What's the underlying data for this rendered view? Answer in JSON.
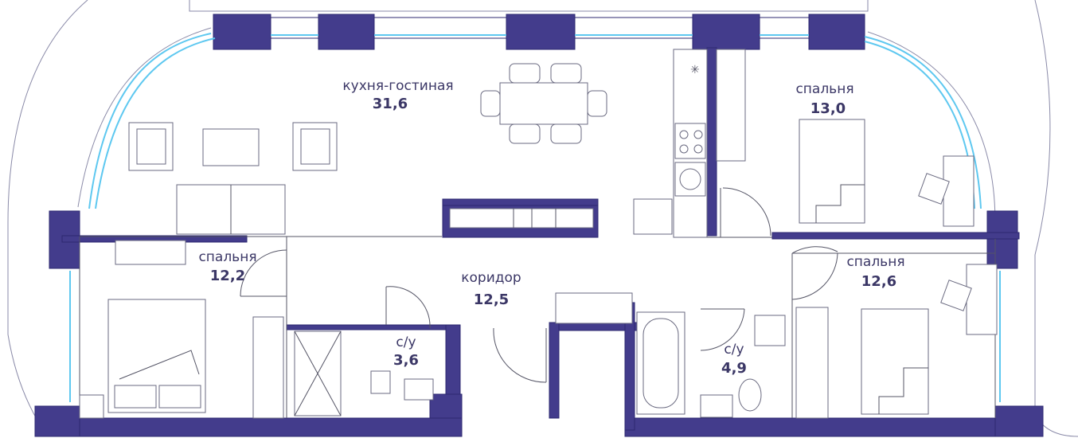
{
  "plan": {
    "rooms": [
      {
        "id": "kitchen-living",
        "name": "кухня-гостиная",
        "area": "31,6"
      },
      {
        "id": "bedroom-1",
        "name": "спальня",
        "area": "13,0"
      },
      {
        "id": "bedroom-2",
        "name": "спальня",
        "area": "12,2"
      },
      {
        "id": "corridor",
        "name": "коридор",
        "area": "12,5"
      },
      {
        "id": "bedroom-3",
        "name": "спальня",
        "area": "12,6"
      },
      {
        "id": "bathroom-1",
        "name": "с/у",
        "area": "3,6"
      },
      {
        "id": "bathroom-2",
        "name": "с/у",
        "area": "4,9"
      }
    ],
    "colors": {
      "wall": "#433c8c",
      "window": "#5ec8f0",
      "label": "#3b3766",
      "line": "#555566"
    }
  }
}
